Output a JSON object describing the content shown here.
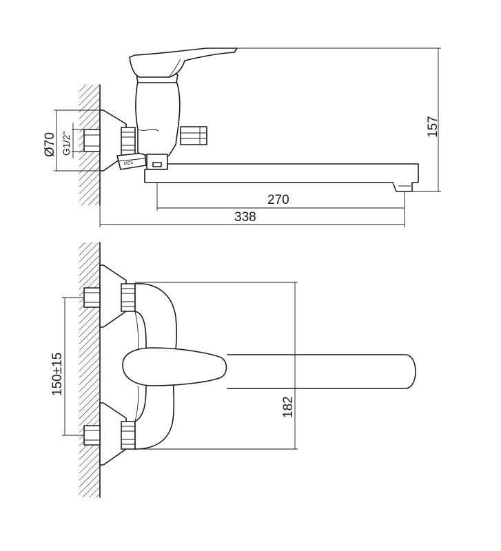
{
  "side_view": {
    "dim_height": "157",
    "dim_spout_length": "270",
    "dim_total_length": "338",
    "dim_flange_diameter": "Ø70",
    "dim_thread": "G1/2\"",
    "aerator_mark": "M22"
  },
  "top_view": {
    "dim_inlet_spacing": "150±15",
    "dim_body_width": "182"
  }
}
